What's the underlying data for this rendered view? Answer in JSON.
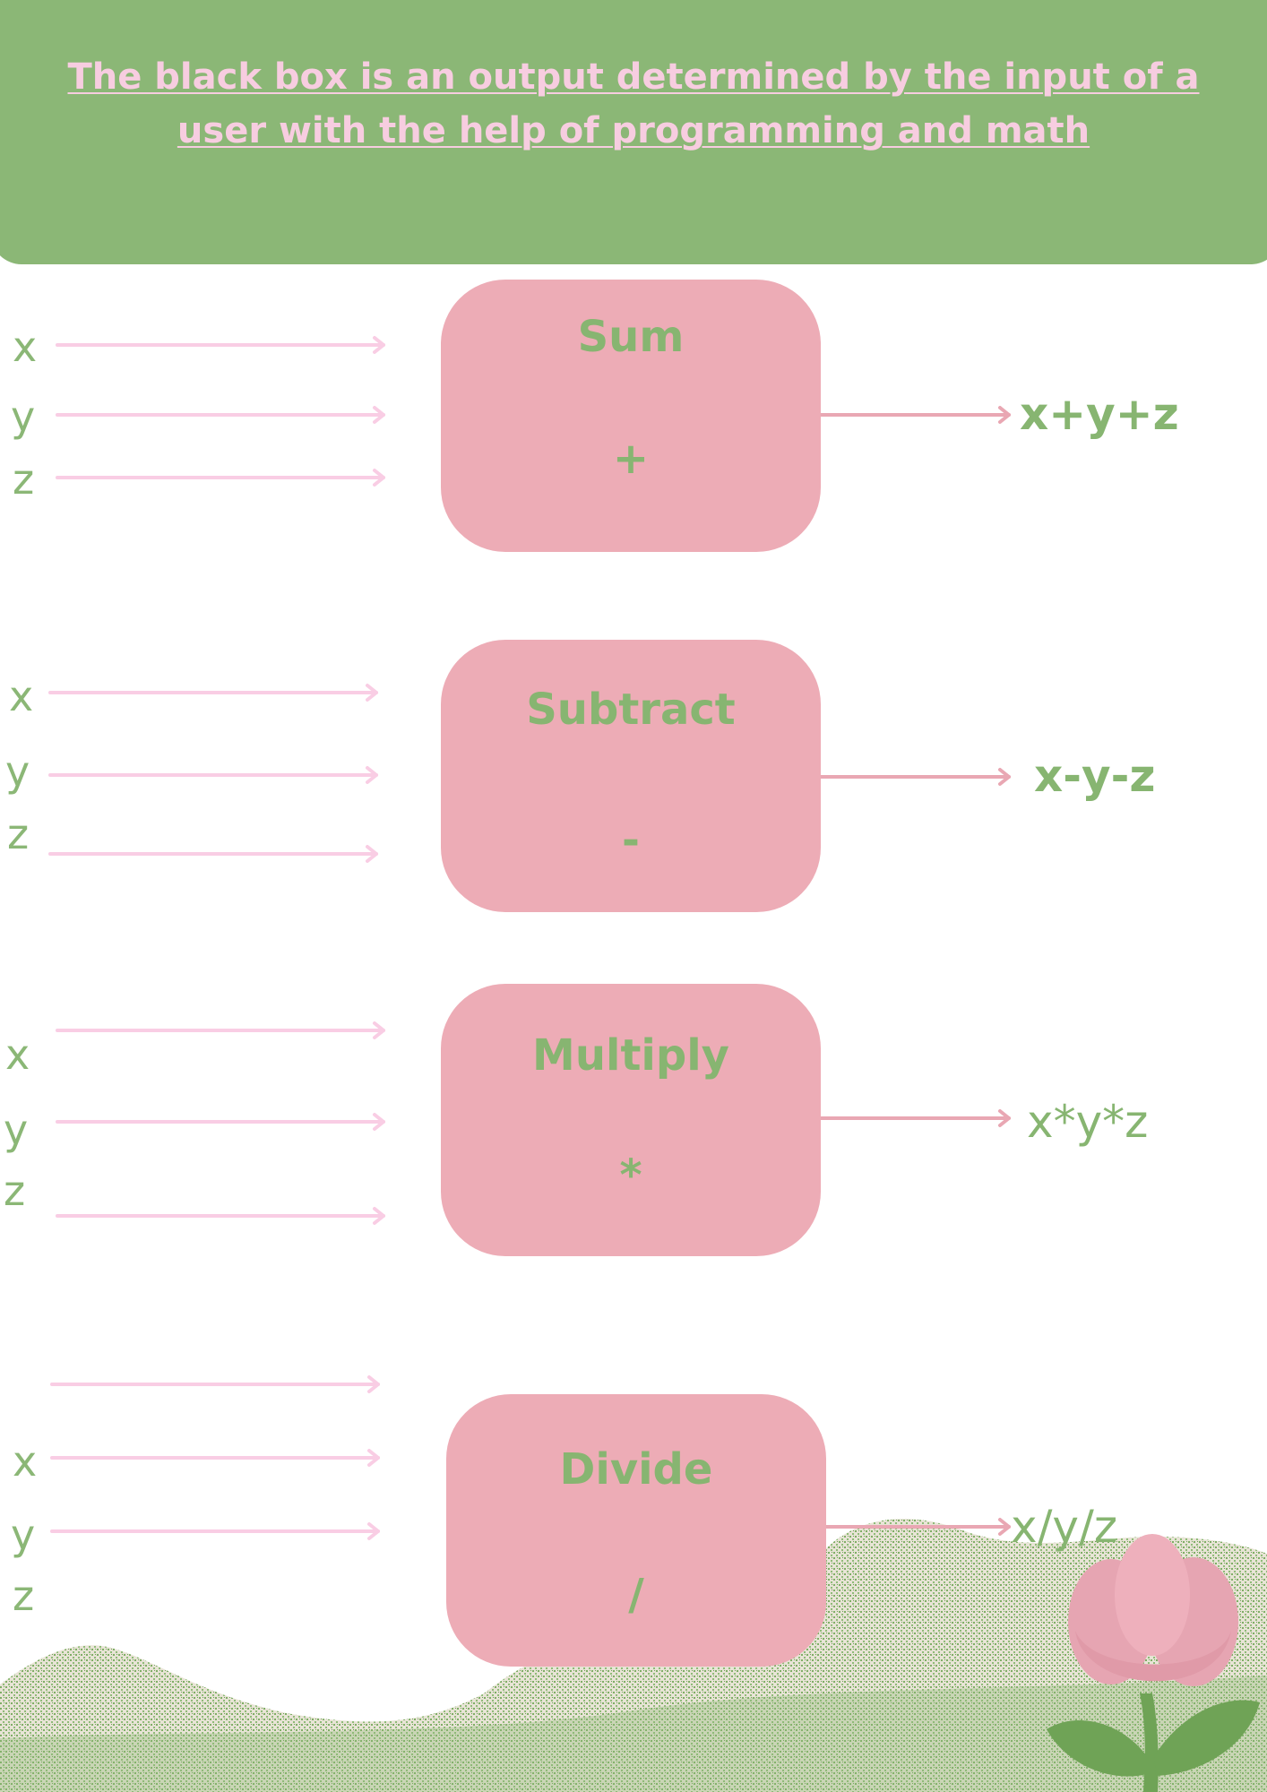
{
  "header": {
    "title": "The black box is an output determined by the input of a user with the help of programming and math"
  },
  "blocks": [
    {
      "title": "Sum",
      "operator": "+",
      "inputs": [
        "x",
        "y",
        "z"
      ],
      "output": "x+y+z"
    },
    {
      "title": "Subtract",
      "operator": "-",
      "inputs": [
        "x",
        "y",
        "z"
      ],
      "output": "x-y-z"
    },
    {
      "title": "Multiply",
      "operator": "*",
      "inputs": [
        "x",
        "y",
        "z"
      ],
      "output": "x*y*z"
    },
    {
      "title": "Divide",
      "operator": "/",
      "inputs": [
        "x",
        "y",
        "z"
      ],
      "output": "x/y/z"
    }
  ],
  "colors": {
    "header": "#8bb776",
    "header_text": "#f7cde0",
    "box": "#edacb6",
    "label_green": "#87b571",
    "input_arrow": "#f9cde4",
    "output_arrow": "#e9a7b3"
  }
}
